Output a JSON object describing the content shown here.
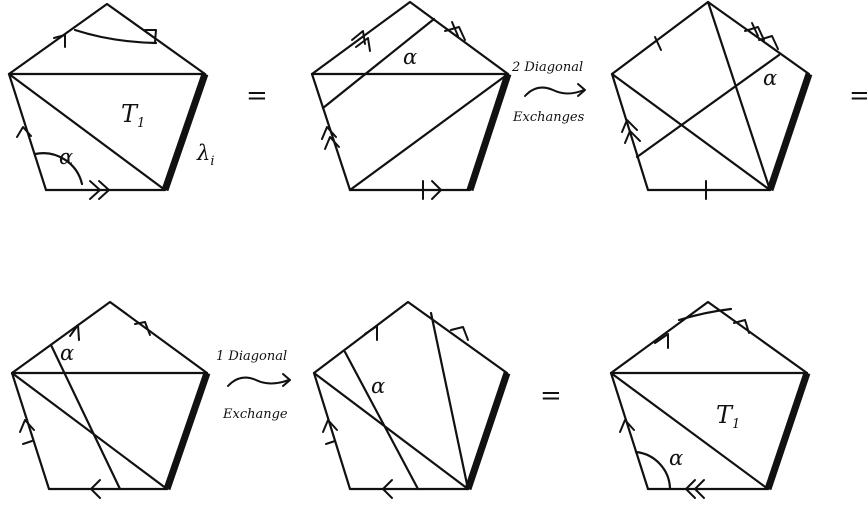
{
  "labels": {
    "T1_main": "T",
    "T1_sub": "1",
    "alpha": "α",
    "lambda_main": "λ",
    "lambda_sub": "i",
    "equals": "="
  },
  "arrows": {
    "top": {
      "line1": "2 Diagonal",
      "line2": "Exchanges"
    },
    "bottom": {
      "line1": "1 Diagonal",
      "line2": "Exchange"
    }
  }
}
